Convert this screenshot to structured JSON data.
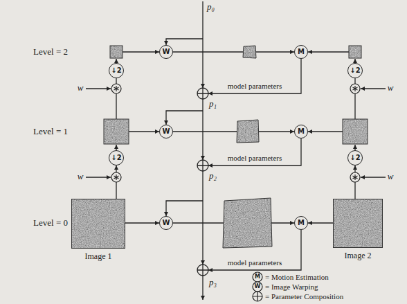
{
  "diagram": {
    "nodes": [
      {
        "text": [
          "W"
        ]
      },
      {
        "text": [
          "M"
        ]
      },
      {
        "text": [
          "↓2"
        ]
      },
      {
        "text": [
          "↓2"
        ]
      },
      {
        "text": [
          "W"
        ]
      },
      {
        "text": [
          "M"
        ]
      },
      {
        "text": [
          "↓2"
        ]
      },
      {
        "text": [
          "↓2"
        ]
      },
      {
        "text": [
          "Image 1"
        ]
      },
      {
        "text": [
          "W"
        ]
      },
      {
        "text": [
          "M"
        ]
      },
      {
        "text": [
          "Image 2"
        ]
      }
    ],
    "edges": [
      {
        "from": 8,
        "to": 9,
        "arrow": "to"
      },
      {
        "from": 11,
        "to": 10,
        "arrow": "to"
      },
      {
        "from": 8,
        "to": 6,
        "arrow": "to"
      },
      {
        "from": 11,
        "to": 7,
        "arrow": "to"
      }
    ],
    "labels": [
      "p₀",
      "Level = 2",
      "w",
      "w",
      "p₁",
      "model parameters",
      "Level = 1",
      "w",
      "w",
      "p₂",
      "model parameters",
      "Level = 0",
      "p₃",
      "model parameters",
      "M",
      "W"
    ],
    "legend": [
      {
        "text": "= Motion Estimation"
      },
      {
        "text": "= Image Warping"
      },
      {
        "text": "= Parameter Composition"
      }
    ]
  }
}
